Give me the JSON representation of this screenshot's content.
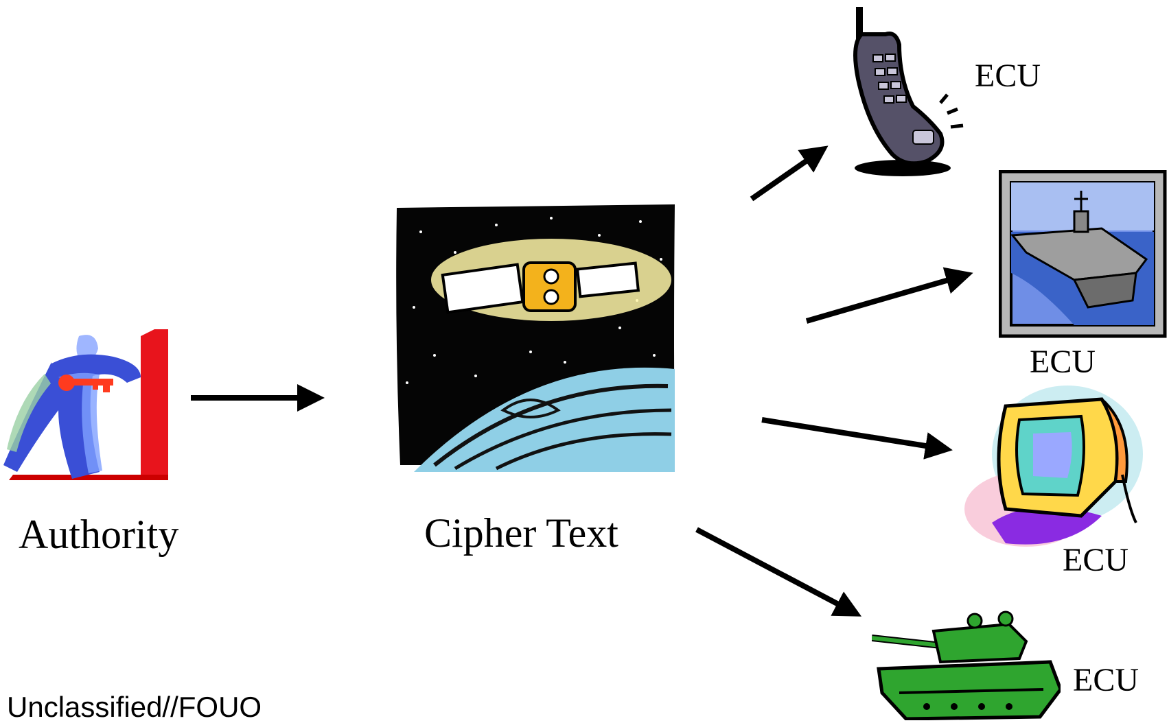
{
  "nodes": {
    "authority": {
      "label": "Authority",
      "icon": "person-with-key-icon"
    },
    "cipher": {
      "label": "Cipher Text",
      "icon": "satellite-space-icon"
    },
    "phone": {
      "label": "ECU",
      "icon": "cell-phone-icon"
    },
    "ship": {
      "label": "ECU",
      "icon": "aircraft-carrier-icon"
    },
    "computer": {
      "label": "ECU",
      "icon": "computer-monitor-icon"
    },
    "tank": {
      "label": "ECU",
      "icon": "tank-icon"
    }
  },
  "edges": [
    {
      "from": "authority",
      "to": "cipher"
    },
    {
      "from": "cipher",
      "to": "phone"
    },
    {
      "from": "cipher",
      "to": "ship"
    },
    {
      "from": "cipher",
      "to": "computer"
    },
    {
      "from": "cipher",
      "to": "tank"
    }
  ],
  "classification_marking": "Unclassified//FOUO",
  "colors": {
    "arrow": "#000000",
    "door": "#e8141c",
    "person": "#3a4fd6",
    "key": "#ff3b1f",
    "space": "#050505",
    "phone": "#555168",
    "ship_water": "#3a63c8",
    "tank": "#2fa52f"
  }
}
